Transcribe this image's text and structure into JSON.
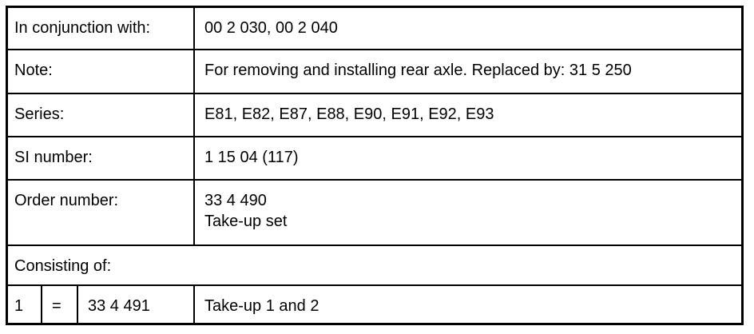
{
  "rows": {
    "conjunction": {
      "label": "In conjunction with:",
      "value": "00 2 030, 00 2 040"
    },
    "note": {
      "label": "Note:",
      "value": "For removing and installing rear axle. Replaced by: 31 5 250"
    },
    "series": {
      "label": "Series:",
      "value": "E81, E82, E87, E88, E90, E91, E92, E93"
    },
    "si_number": {
      "label": "SI number:",
      "value": "1 15 04 (117)"
    },
    "order_number": {
      "label": "Order number:",
      "value_line1": "33 4 490",
      "value_line2": "Take-up set"
    },
    "consisting_of": {
      "label": "Consisting of:"
    }
  },
  "components": [
    {
      "qty": "1",
      "equals": "=",
      "part_number": "33 4 491",
      "description": "Take-up 1 and 2"
    }
  ]
}
